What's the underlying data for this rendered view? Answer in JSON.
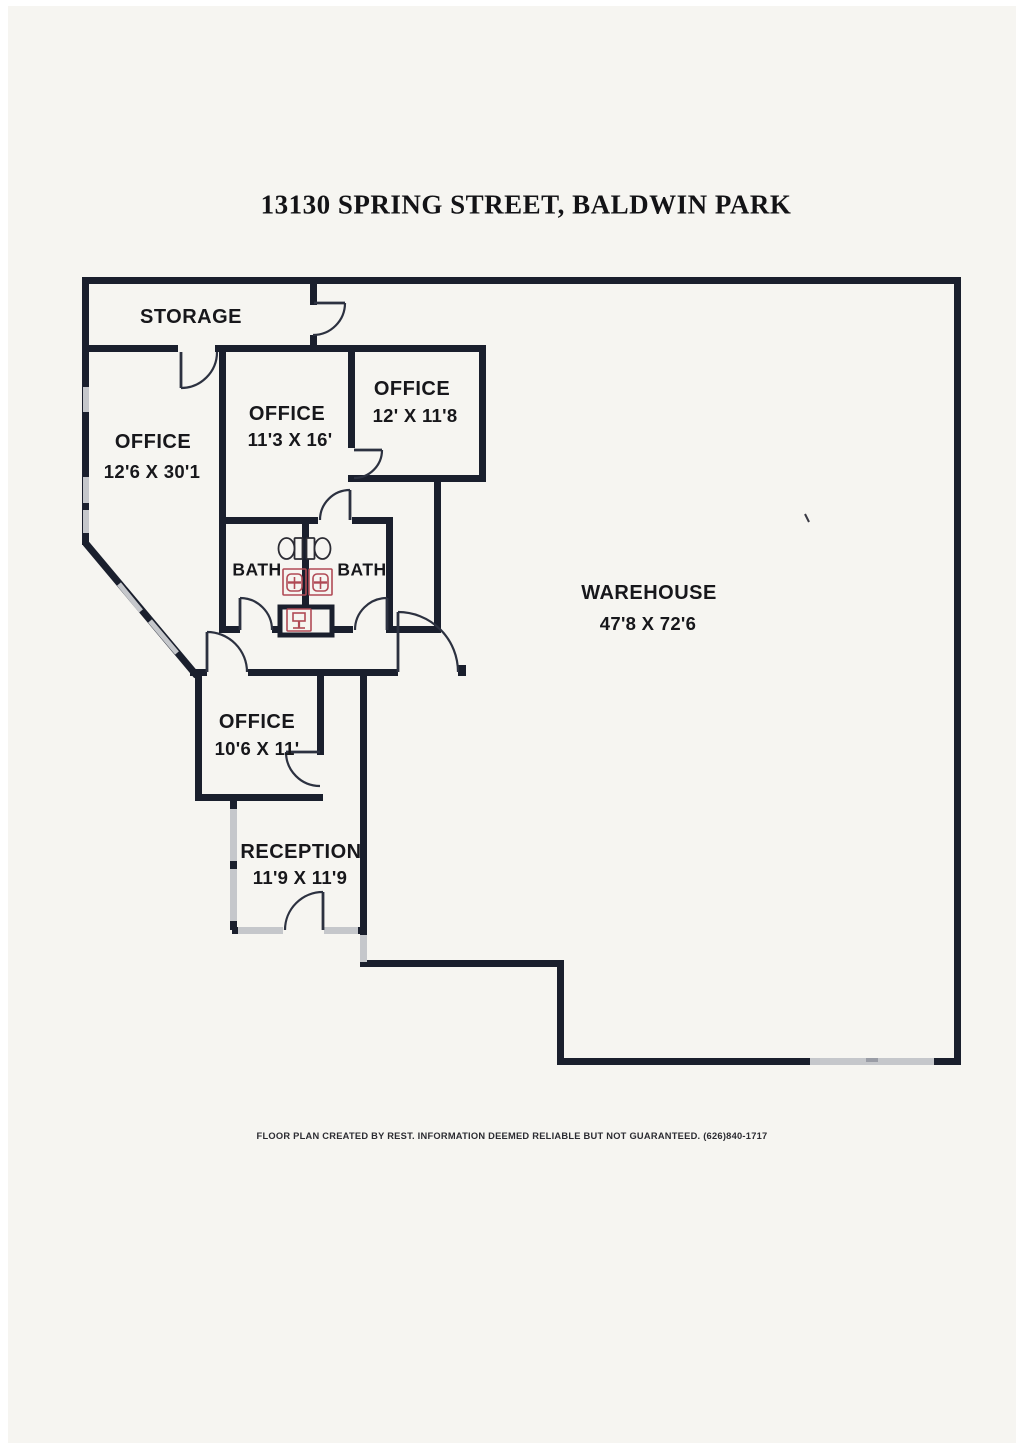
{
  "title": "13130 SPRING STREET, BALDWIN PARK",
  "rooms": [
    {
      "id": "storage",
      "name": "STORAGE",
      "dims": ""
    },
    {
      "id": "office-left",
      "name": "OFFICE",
      "dims": "12'6 X 30'1"
    },
    {
      "id": "office-middle",
      "name": "OFFICE",
      "dims": "11'3 X 16'"
    },
    {
      "id": "office-right",
      "name": "OFFICE",
      "dims": "12' X 11'8"
    },
    {
      "id": "bath-left",
      "name": "BATH",
      "dims": ""
    },
    {
      "id": "bath-right",
      "name": "BATH",
      "dims": ""
    },
    {
      "id": "warehouse",
      "name": "WAREHOUSE",
      "dims": "47'8 X 72'6"
    },
    {
      "id": "office-front",
      "name": "OFFICE",
      "dims": "10'6 X 11'"
    },
    {
      "id": "reception",
      "name": "RECEPTION",
      "dims": "11'9 X 11'9"
    }
  ],
  "fixtures": [
    {
      "id": "toilet-left",
      "type": "toilet"
    },
    {
      "id": "toilet-right",
      "type": "toilet"
    },
    {
      "id": "sink-left",
      "type": "sink"
    },
    {
      "id": "sink-right",
      "type": "sink"
    },
    {
      "id": "water-heater",
      "type": "water-heater"
    }
  ],
  "footer": {
    "disclaimer": "FLOOR PLAN CREATED BY REST. INFORMATION DEEMED RELIABLE BUT NOT GUARANTEED. (626)840-1717"
  },
  "colors": {
    "paper": "#f6f5f1",
    "wall": "#1a1f2d",
    "window": "#c5c7cb",
    "door": "#2c3140",
    "fixture": "#b04a55"
  }
}
